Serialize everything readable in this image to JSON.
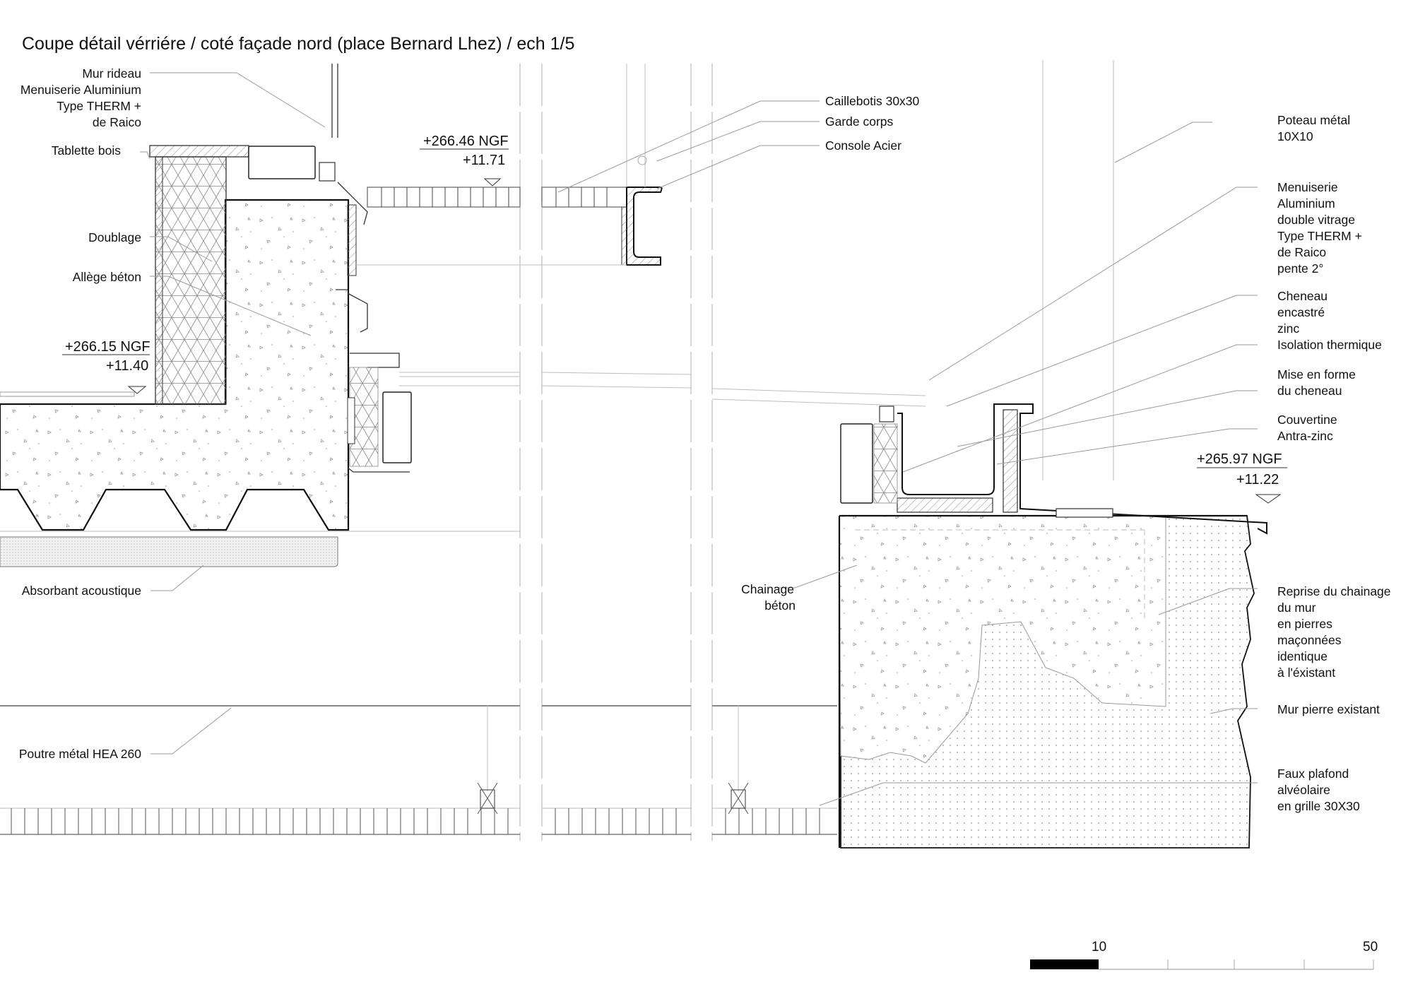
{
  "title": "Coupe détail  vérriére / coté façade nord (place Bernard Lhez) / ech 1/5",
  "labels_left": {
    "mur_rideau": [
      "Mur rideau",
      "Menuiserie  Aluminium",
      "Type THERM +",
      "de Raico"
    ],
    "tablette": "Tablette bois",
    "doublage": "Doublage",
    "allege": "Allège béton",
    "absorbant": "Absorbant acoustique",
    "poutre": "Poutre métal HEA 260"
  },
  "labels_middle": {
    "caillebottis": "Caillebotis 30x30",
    "garde_corps": "Garde corps",
    "console": "Console Acier",
    "chainage": [
      "Chainage",
      "béton"
    ]
  },
  "labels_right": {
    "poteau": [
      "Poteau métal",
      "10X10"
    ],
    "menuiserie": [
      "Menuiserie",
      "Aluminium",
      "double vitrage",
      "Type THERM +",
      "de Raico",
      "pente 2°"
    ],
    "cheneau": [
      "Cheneau",
      "encastré",
      "zinc"
    ],
    "isolation": "Isolation thermique",
    "mise_en_forme": [
      "Mise en forme",
      "du cheneau"
    ],
    "couvertine": [
      "Couvertine",
      "Antra-zinc"
    ],
    "reprise": [
      "Reprise du chainage",
      " du mur",
      "en pierres",
      "maçonnées",
      "identique",
      " à l'éxistant"
    ],
    "mur_pierre": "Mur pierre existant",
    "faux_plafond": [
      "Faux plafond",
      "alvéolaire",
      "en grille 30X30"
    ]
  },
  "levels": [
    {
      "ngf": "+266.46 NGF",
      "rel": "+11.71"
    },
    {
      "ngf": "+266.15 NGF",
      "rel": "+11.40"
    },
    {
      "ngf": "+265.97 NGF",
      "rel": "+11.22"
    }
  ],
  "scale_bar": {
    "label_start": "10",
    "label_end": "50"
  }
}
